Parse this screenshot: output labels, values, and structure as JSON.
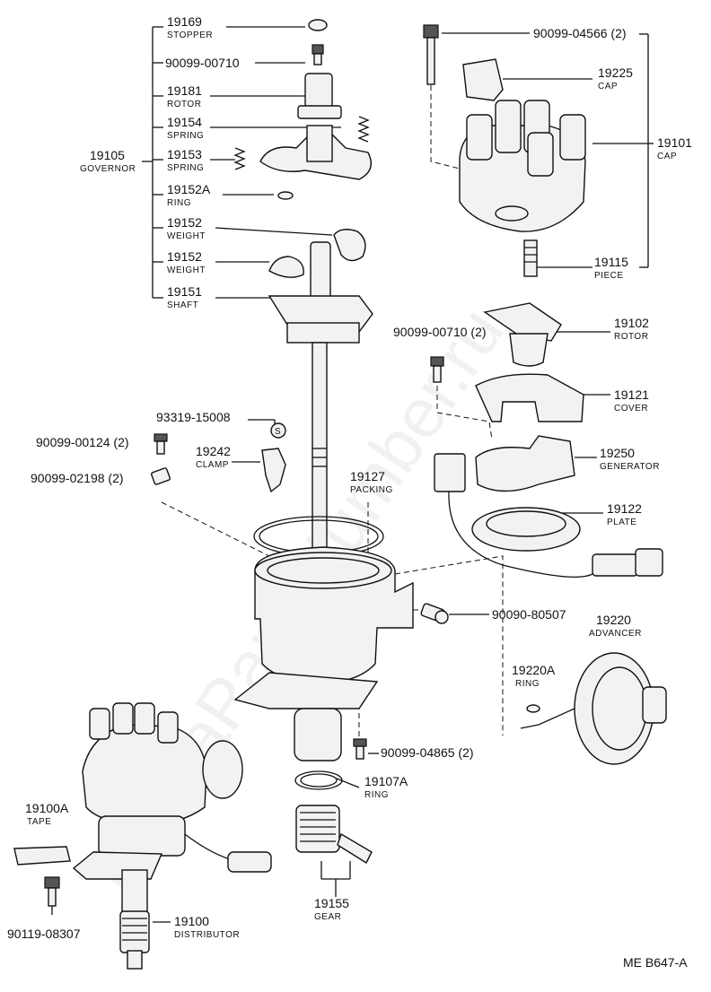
{
  "labels": {
    "l19169": {
      "num": "19169",
      "name": "STOPPER"
    },
    "l90099_00710a": {
      "num": "90099-00710"
    },
    "l19181": {
      "num": "19181",
      "name": "ROTOR"
    },
    "l19154": {
      "num": "19154",
      "name": "SPRING"
    },
    "l19105": {
      "num": "19105",
      "name": "GOVERNOR"
    },
    "l19153": {
      "num": "19153",
      "name": "SPRING"
    },
    "l19152A": {
      "num": "19152A",
      "name": "RING"
    },
    "l19152a": {
      "num": "19152",
      "name": "WEIGHT"
    },
    "l19152b": {
      "num": "19152",
      "name": "WEIGHT"
    },
    "l19151": {
      "num": "19151",
      "name": "SHAFT"
    },
    "l90099_04566": {
      "num": "90099-04566 (2)"
    },
    "l19225": {
      "num": "19225",
      "name": "CAP"
    },
    "l19101": {
      "num": "19101",
      "name": "CAP"
    },
    "l19115": {
      "num": "19115",
      "name": "PIECE"
    },
    "l90099_00710b": {
      "num": "90099-00710 (2)"
    },
    "l19102": {
      "num": "19102",
      "name": "ROTOR"
    },
    "l19121": {
      "num": "19121",
      "name": "COVER"
    },
    "l93319": {
      "num": "93319-15008"
    },
    "l90099_00124": {
      "num": "90099-00124 (2)"
    },
    "l19242": {
      "num": "19242",
      "name": "CLAMP"
    },
    "l90099_02198": {
      "num": "90099-02198 (2)"
    },
    "l19127": {
      "num": "19127",
      "name": "PACKING"
    },
    "l19250": {
      "num": "19250",
      "name": "GENERATOR"
    },
    "l19122": {
      "num": "19122",
      "name": "PLATE"
    },
    "l90090_80507": {
      "num": "90090-80507"
    },
    "l19220": {
      "num": "19220",
      "name": "ADVANCER"
    },
    "l19220A": {
      "num": "19220A",
      "name": "RING"
    },
    "l90099_04865": {
      "num": "90099-04865 (2)"
    },
    "l19107A": {
      "num": "19107A",
      "name": "RING"
    },
    "l19100A": {
      "num": "19100A",
      "name": "TAPE"
    },
    "l19155": {
      "num": "19155",
      "name": "GEAR"
    },
    "l19100": {
      "num": "19100",
      "name": "DISTRIBUTOR"
    },
    "l90119": {
      "num": "90119-08307"
    }
  },
  "footer_code": "ME B647-A",
  "watermark": "ToyotaPartsNumber.ru"
}
